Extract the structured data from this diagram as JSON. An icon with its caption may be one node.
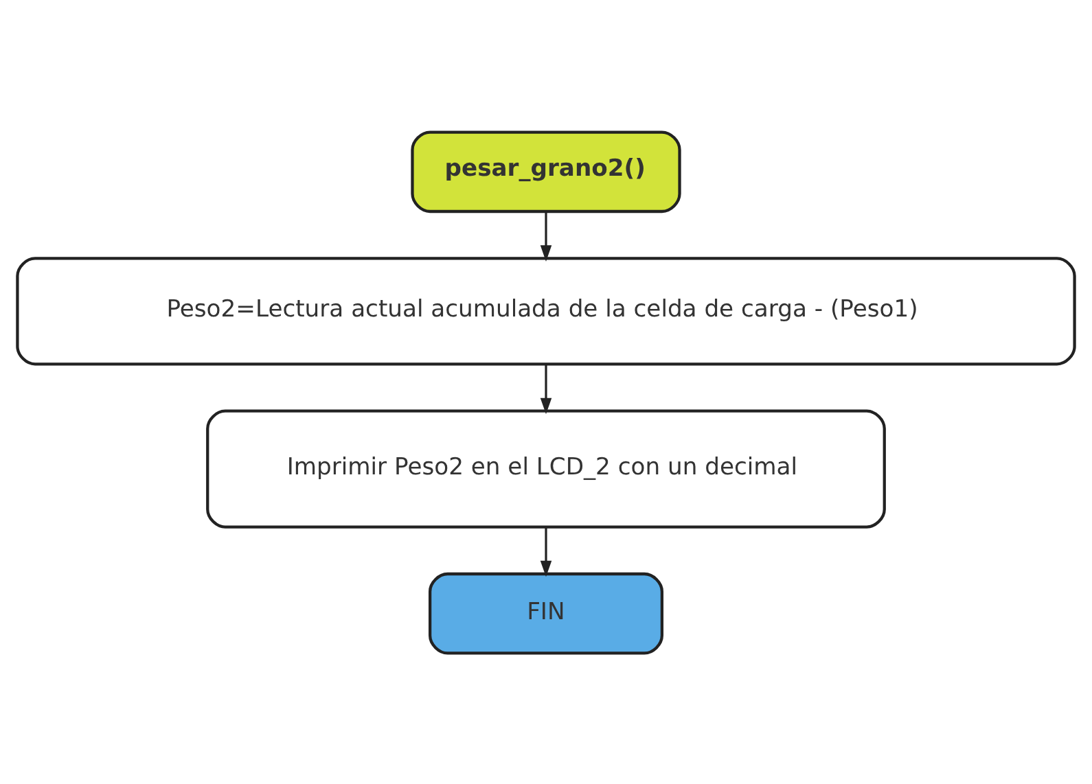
{
  "diagram": {
    "nodes": [
      {
        "text": [
          "pesar_grano2()"
        ]
      },
      {
        "text": [
          "Peso2=Lectura actual acumulada de la celda de carga - (Peso1)"
        ]
      },
      {
        "text": [
          "Imprimir Peso2 en el LCD_2 con un decimal"
        ]
      },
      {
        "text": [
          "FIN"
        ]
      }
    ],
    "edges": [
      {
        "from": 0,
        "to": 1,
        "arrow": "to"
      },
      {
        "from": 1,
        "to": 2,
        "arrow": "to"
      },
      {
        "from": 2,
        "to": 3,
        "arrow": "to"
      }
    ]
  }
}
